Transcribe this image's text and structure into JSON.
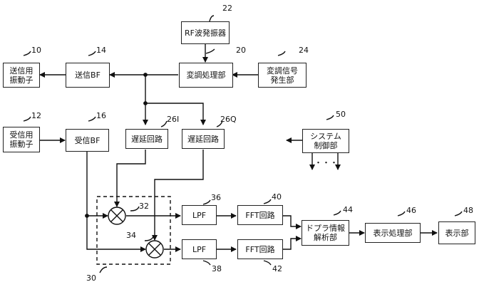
{
  "blocks": {
    "rf_oscillator": "RF波発振器",
    "modulation": "変調処理部",
    "mod_signal_gen": "変調信号\n発生部",
    "tx_bf": "送信BF",
    "tx_element": "送信用\n振動子",
    "rx_element": "受信用\n振動子",
    "rx_bf": "受信BF",
    "delay_i": "遅延回路",
    "delay_q": "遅延回路",
    "system_control": "システム\n制御部",
    "lpf_upper": "LPF",
    "lpf_lower": "LPF",
    "fft_upper": "FFT回路",
    "fft_lower": "FFT回路",
    "doppler": "ドプラ情報\n解析部",
    "display_proc": "表示処理部",
    "display": "表示部"
  },
  "refs": {
    "r10": "10",
    "r12": "12",
    "r14": "14",
    "r16": "16",
    "r20": "20",
    "r22": "22",
    "r24": "24",
    "r26i": "26I",
    "r26q": "26Q",
    "r30": "30",
    "r32": "32",
    "r34": "34",
    "r36": "36",
    "r38": "38",
    "r40": "40",
    "r42": "42",
    "r44": "44",
    "r46": "46",
    "r48": "48",
    "r50": "50"
  },
  "ellipsis": "・・・"
}
